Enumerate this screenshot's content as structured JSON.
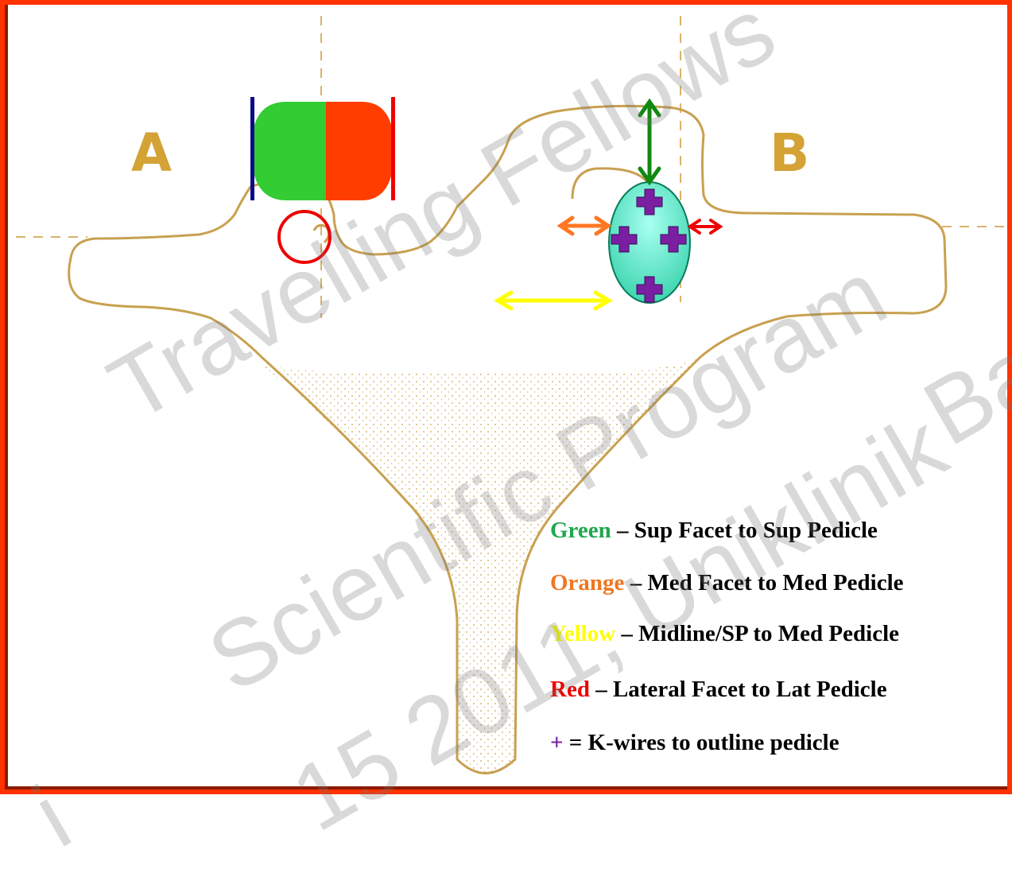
{
  "labels": {
    "a": "A",
    "b": "B"
  },
  "legend": [
    {
      "color_word": "Green",
      "color": "#1fa84f",
      "desc": " – Sup Facet to Sup Pedicle"
    },
    {
      "color_word": "Orange",
      "color": "#ee7722",
      "desc": " – Med Facet to Med Pedicle"
    },
    {
      "color_word": "Yellow",
      "color": "#ffff00",
      "desc": " – Midline/SP to Med Pedicle"
    },
    {
      "color_word": "Red",
      "color": "#ee0000",
      "desc": " – Lateral Facet to Lat Pedicle"
    },
    {
      "color_word": "+",
      "color": "#7b1fa2",
      "desc": " = K-wires to outline pedicle"
    }
  ],
  "watermark": {
    "line1": "Travelling Fellows",
    "line2": "Scientific Program",
    "line3": "Ba",
    "line4": "15 2011, Uniklinik",
    "line5": "i"
  },
  "colors": {
    "frame": "#ff3300",
    "outline": "#c8a050",
    "facet_green": "#33cc33",
    "facet_red": "#ff3d00",
    "pedicle_fill": "#5ee8c8",
    "arrow_green": "#118811",
    "arrow_orange": "#ff7722",
    "arrow_red": "#ee0000",
    "arrow_yellow": "#ffff00",
    "kwire": "#7b1fa2"
  }
}
